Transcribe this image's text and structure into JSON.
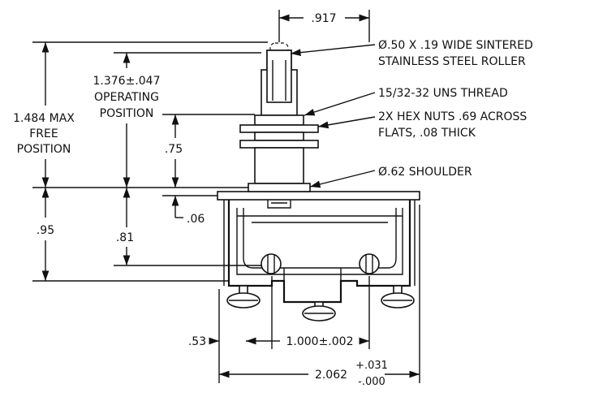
{
  "dimensions": {
    "top_width": ".917",
    "operating_position": [
      "1.376±.047",
      "OPERATING",
      "POSITION"
    ],
    "free_position": [
      "1.484 MAX",
      "FREE",
      "POSITION"
    ],
    "thread_to_shoulder": ".75",
    "shoulder_offset": ".06",
    "total_height": ".95",
    "body_height": ".81",
    "left_offset": ".53",
    "hole_spacing": "1.000±.002",
    "overall_width_base": "2.062",
    "overall_width_plus": "+.031",
    "overall_width_minus": "-.000"
  },
  "callouts": {
    "roller": [
      "Ø.50 X .19 WIDE SINTERED",
      "STAINLESS STEEL ROLLER"
    ],
    "thread": "15/32-32 UNS THREAD",
    "hex_nuts": [
      "2X HEX NUTS .69 ACROSS",
      "FLATS, .08 THICK"
    ],
    "shoulder": "Ø.62 SHOULDER"
  }
}
